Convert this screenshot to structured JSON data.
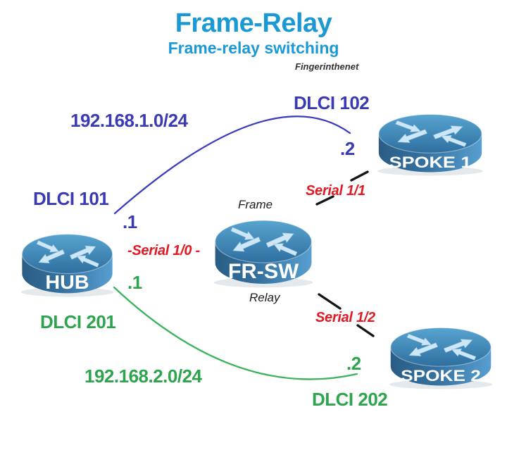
{
  "header": {
    "title": "Frame-Relay",
    "subtitle": "Frame-relay switching",
    "credit": "Fingerinthenet"
  },
  "routers": {
    "hub": "HUB",
    "frame_relay_switch": "FR-SW",
    "spoke1": "SPOKE 1",
    "spoke2": "SPOKE 2"
  },
  "switch_labels": {
    "above": "Frame",
    "below": "Relay"
  },
  "pvc_blue": {
    "subnet": "192.168.1.0/24",
    "hub_dlci": "DLCI 101",
    "spoke_dlci": "DLCI 102",
    "hub_ip": ".1",
    "spoke_ip": ".2"
  },
  "pvc_green": {
    "subnet": "192.168.2.0/24",
    "hub_dlci": "DLCI 201",
    "spoke_dlci": "DLCI 202",
    "hub_ip": ".1",
    "spoke_ip": ".2"
  },
  "interfaces": {
    "hub_to_switch": "-Serial 1/0 -",
    "switch_to_spoke1": "Serial 1/1",
    "switch_to_spoke2": "Serial 1/2"
  },
  "colors": {
    "title_blue": "#1a99d5",
    "dlci_indigo": "#3a3ab5",
    "green": "#2ea44e",
    "serial_red": "#e01b24",
    "router_top": "#3b82b3",
    "router_body": "#35719f",
    "link_blue": "#3b3bbf",
    "link_green": "#3cb25c"
  }
}
